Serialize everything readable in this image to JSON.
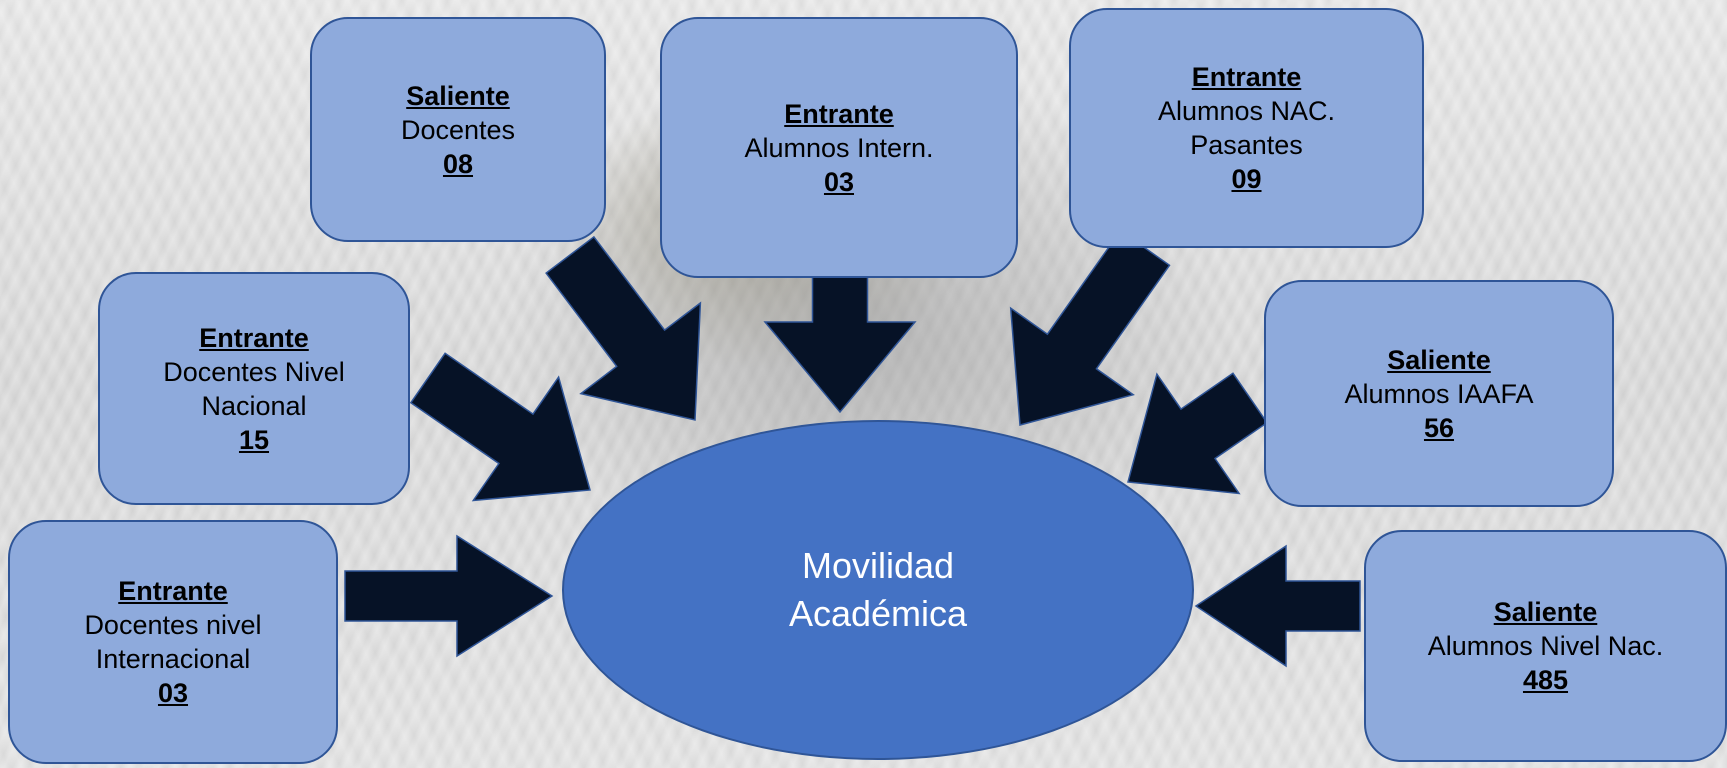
{
  "center": {
    "line1": "Movilidad",
    "line2": "Académica"
  },
  "boxes": [
    {
      "kind": "Saliente",
      "lines": [
        "Docentes"
      ],
      "value": "08"
    },
    {
      "kind": "Entrante",
      "lines": [
        "Alumnos Intern."
      ],
      "value": "03"
    },
    {
      "kind": "Entrante",
      "lines": [
        "Alumnos NAC.",
        "Pasantes"
      ],
      "value": "09"
    },
    {
      "kind": "Entrante",
      "lines": [
        "Docentes Nivel",
        "Nacional"
      ],
      "value": "15"
    },
    {
      "kind": "Saliente",
      "lines": [
        "Alumnos IAAFA"
      ],
      "value": "56"
    },
    {
      "kind": "Entrante",
      "lines": [
        "Docentes nivel",
        "Internacional"
      ],
      "value": "03"
    },
    {
      "kind": "Saliente",
      "lines": [
        "Alumnos Nivel Nac."
      ],
      "value": "485"
    }
  ],
  "colors": {
    "box_fill": "#8eaadc",
    "box_border": "#2f5597",
    "center_fill": "#4472c4",
    "arrow": "#061226"
  }
}
